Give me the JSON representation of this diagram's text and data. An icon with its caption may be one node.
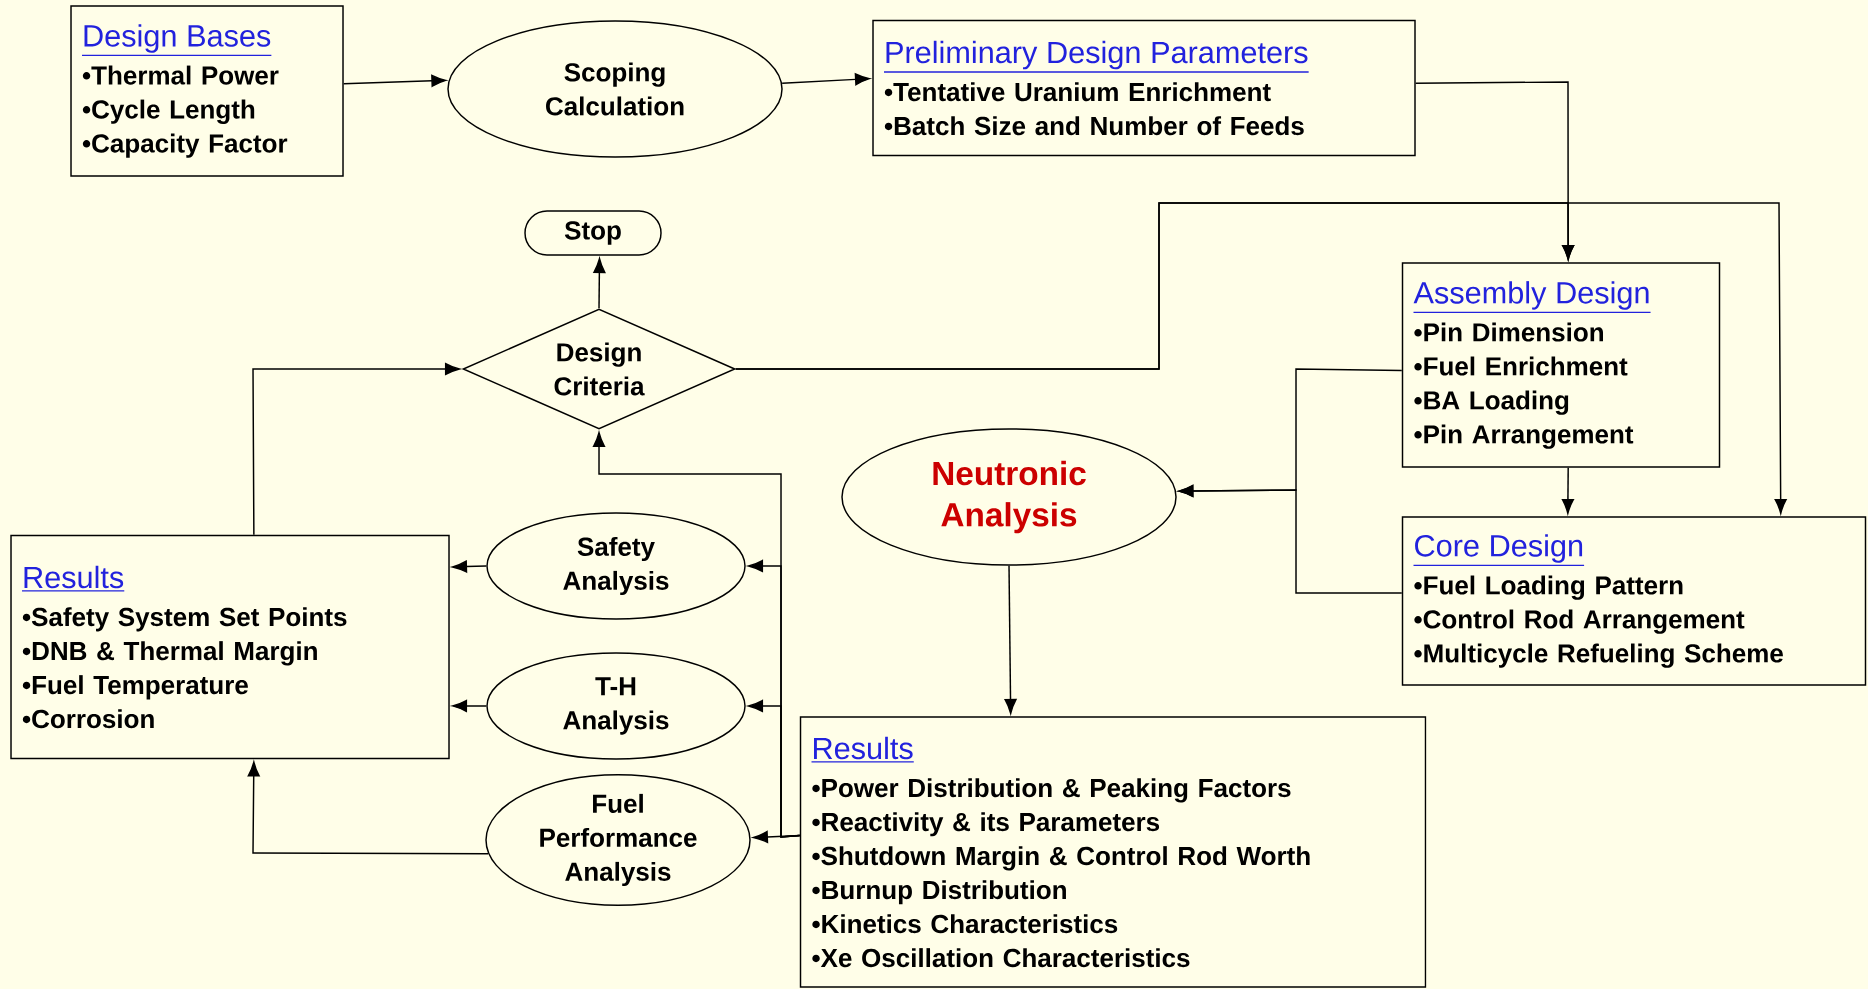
{
  "diagram": {
    "nodes": [
      {
        "text": [
          "Design Bases",
          "•Thermal Power",
          "•Cycle Length",
          "•Capacity Factor"
        ]
      },
      {
        "text": [
          "Scoping Calculation"
        ]
      },
      {
        "text": [
          "Preliminary Design Parameters",
          "•Tentative Uranium Enrichment",
          "•Batch Size and Number of Feeds"
        ]
      },
      {
        "text": [
          "Stop"
        ]
      },
      {
        "text": [
          "Design Criteria"
        ]
      },
      {
        "text": [
          "Assembly Design",
          "•Pin Dimension",
          "•Fuel Enrichment",
          "•BA Loading",
          "•Pin Arrangement"
        ]
      },
      {
        "text": [
          "Neutronic Analysis"
        ]
      },
      {
        "text": [
          "Core Design",
          "•Fuel Loading Pattern",
          "•Control Rod Arrangement",
          "•Multicycle Refueling Scheme"
        ]
      },
      {
        "text": [
          "Results",
          "•Safety System Set Points",
          "•DNB & Thermal Margin",
          "•Fuel Temperature",
          "•Corrosion"
        ]
      },
      {
        "text": [
          "Safety Analysis"
        ]
      },
      {
        "text": [
          "T-H Analysis"
        ]
      },
      {
        "text": [
          "Fuel Performance Analysis"
        ]
      },
      {
        "text": [
          "Results",
          "•Power Distribution & Peaking Factors",
          "•Reactivity & its Parameters",
          "•Shutdown Margin & Control Rod Worth",
          "•Burnup Distribution",
          "•Kinetics Characteristics",
          "•Xe Oscillation Characteristics"
        ]
      }
    ],
    "edges": [
      {
        "from": 0,
        "to": 1,
        "arrow": "to"
      },
      {
        "from": 1,
        "to": 2,
        "arrow": "to"
      },
      {
        "from": 2,
        "to": 5,
        "arrow": "to"
      },
      {
        "from": 4,
        "to": 5,
        "arrow": "to"
      },
      {
        "from": 4,
        "to": 7,
        "arrow": "to"
      },
      {
        "from": 5,
        "to": 7,
        "arrow": "to"
      },
      {
        "from": 5,
        "to": 6,
        "arrow": "to"
      },
      {
        "from": 7,
        "to": 6,
        "arrow": "to"
      },
      {
        "from": 6,
        "to": 12,
        "arrow": "to"
      },
      {
        "from": 12,
        "to": 4,
        "arrow": "to"
      },
      {
        "from": 12,
        "to": 9,
        "arrow": "to"
      },
      {
        "from": 12,
        "to": 10,
        "arrow": "to"
      },
      {
        "from": 12,
        "to": 11,
        "arrow": "to"
      },
      {
        "from": 9,
        "to": 8,
        "arrow": "to"
      },
      {
        "from": 10,
        "to": 8,
        "arrow": "to"
      },
      {
        "from": 11,
        "to": 8,
        "arrow": "to"
      },
      {
        "from": 8,
        "to": 4,
        "arrow": "to"
      },
      {
        "from": 4,
        "to": 3,
        "arrow": "to"
      }
    ]
  }
}
